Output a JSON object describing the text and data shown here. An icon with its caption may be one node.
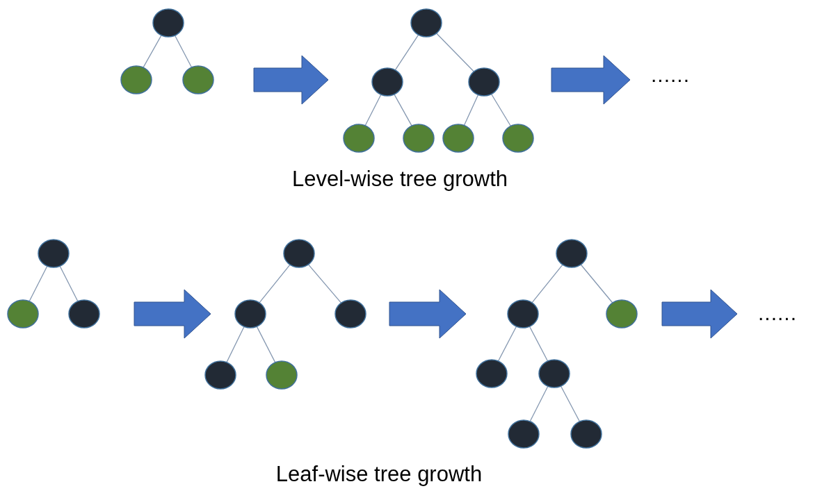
{
  "diagram": {
    "nodes": [
      {
        "text": [],
        "shape": "circle"
      },
      {
        "text": [],
        "shape": "circle"
      },
      {
        "text": [],
        "shape": "circle"
      },
      {
        "text": [],
        "shape": "circle"
      },
      {
        "text": [],
        "shape": "circle"
      },
      {
        "text": [],
        "shape": "circle"
      },
      {
        "text": [],
        "shape": "circle"
      },
      {
        "text": [],
        "shape": "circle"
      },
      {
        "text": [],
        "shape": "circle"
      },
      {
        "text": [],
        "shape": "circle"
      },
      {
        "text": [
          "......"
        ]
      },
      {
        "text": [],
        "shape": "circle"
      },
      {
        "text": [],
        "shape": "circle"
      },
      {
        "text": [],
        "shape": "circle"
      },
      {
        "text": [],
        "shape": "circle"
      },
      {
        "text": [],
        "shape": "circle"
      },
      {
        "text": [],
        "shape": "circle"
      },
      {
        "text": [],
        "shape": "circle"
      },
      {
        "text": [],
        "shape": "circle"
      },
      {
        "text": [],
        "shape": "circle"
      },
      {
        "text": [],
        "shape": "circle"
      },
      {
        "text": [],
        "shape": "circle"
      },
      {
        "text": [],
        "shape": "circle"
      },
      {
        "text": [],
        "shape": "circle"
      },
      {
        "text": [],
        "shape": "circle"
      },
      {
        "text": [],
        "shape": "circle"
      },
      {
        "text": [
          "......"
        ]
      }
    ],
    "edges": [
      {
        "from": 0,
        "to": 1,
        "arrow": "none"
      },
      {
        "from": 0,
        "to": 2,
        "arrow": "none"
      },
      {
        "from": 3,
        "to": 4,
        "arrow": "none"
      },
      {
        "from": 3,
        "to": 5,
        "arrow": "none"
      },
      {
        "from": 4,
        "to": 6,
        "arrow": "none"
      },
      {
        "from": 4,
        "to": 7,
        "arrow": "none"
      },
      {
        "from": 5,
        "to": 8,
        "arrow": "none"
      },
      {
        "from": 5,
        "to": 9,
        "arrow": "none"
      },
      {
        "from": 11,
        "to": 12,
        "arrow": "none"
      },
      {
        "from": 11,
        "to": 13,
        "arrow": "none"
      },
      {
        "from": 14,
        "to": 15,
        "arrow": "none"
      },
      {
        "from": 14,
        "to": 16,
        "arrow": "none"
      },
      {
        "from": 15,
        "to": 17,
        "arrow": "none"
      },
      {
        "from": 15,
        "to": 18,
        "arrow": "none"
      },
      {
        "from": 19,
        "to": 20,
        "arrow": "none"
      },
      {
        "from": 19,
        "to": 21,
        "arrow": "none"
      },
      {
        "from": 20,
        "to": 22,
        "arrow": "none"
      },
      {
        "from": 20,
        "to": 23,
        "arrow": "none"
      },
      {
        "from": 23,
        "to": 24,
        "arrow": "none"
      },
      {
        "from": 23,
        "to": 25,
        "arrow": "none"
      },
      {
        "from": null,
        "to": 10,
        "arrow": "to",
        "style": "thick",
        "color": "#4472c4"
      },
      {
        "from": null,
        "to": 26,
        "arrow": "to",
        "style": "thick",
        "color": "#4472c4"
      }
    ],
    "labels": [
      "Level-wise tree growth",
      "Leaf-wise tree growth"
    ]
  }
}
